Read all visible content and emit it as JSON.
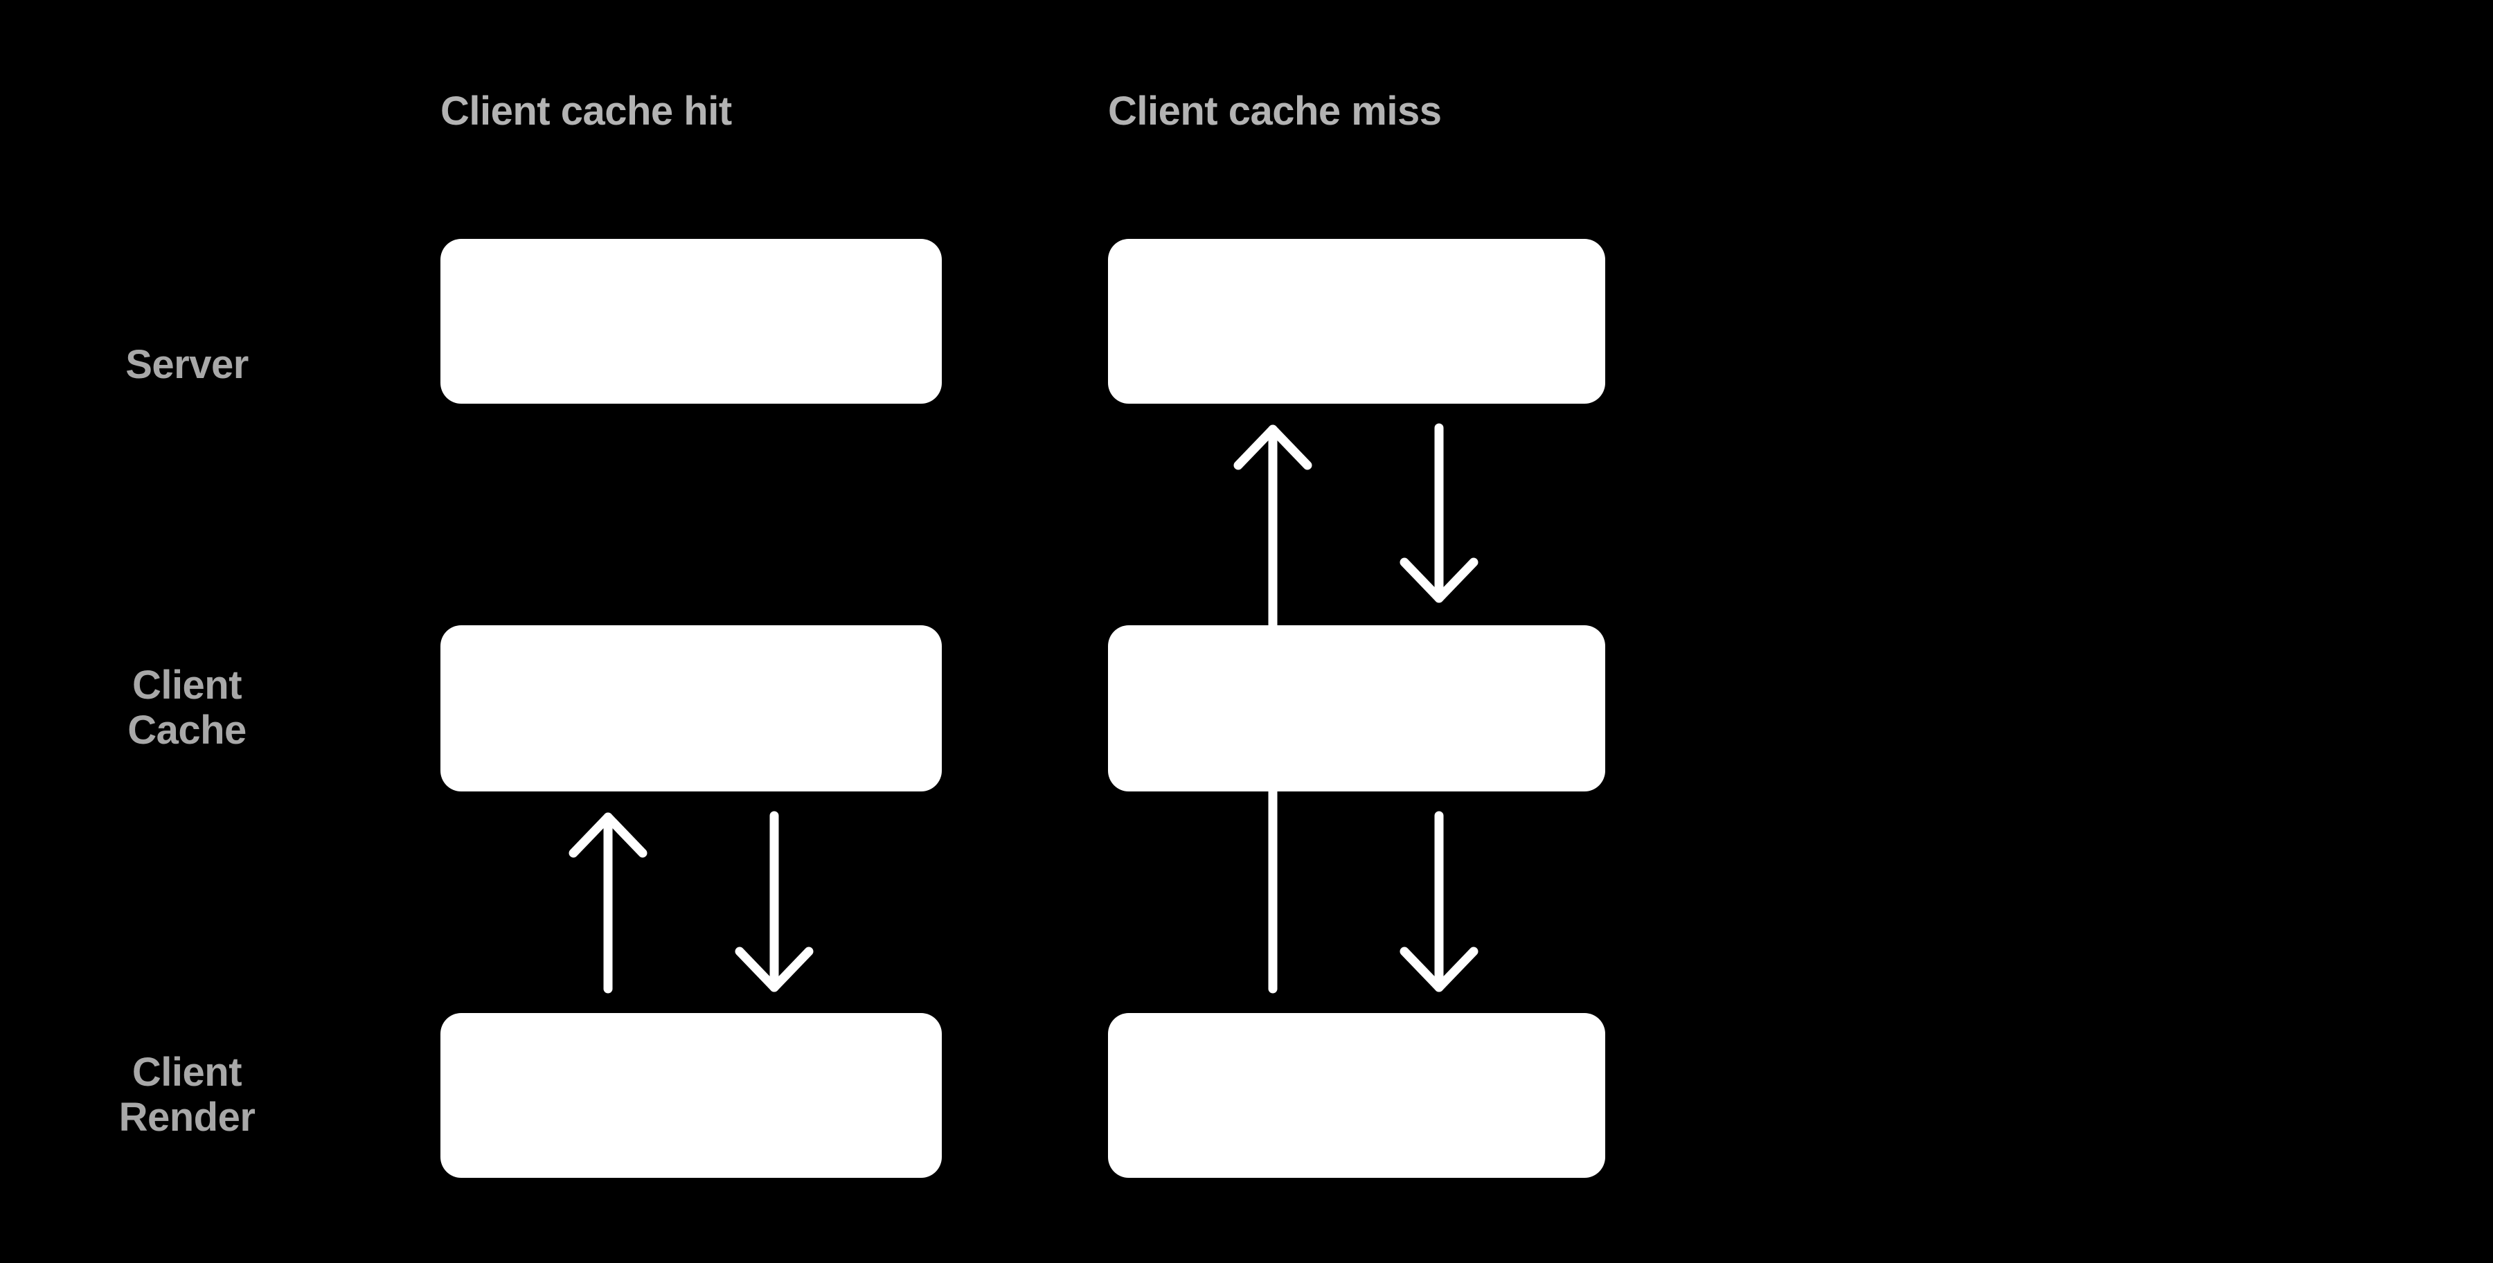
{
  "diagram": {
    "title": "Client cache hit vs client cache miss data flow",
    "background_color": "#000000",
    "box_color": "#ffffff",
    "label_color": "#b3b3b3",
    "arrow_color": "#ffffff",
    "columns": [
      {
        "label": "Client cache hit"
      },
      {
        "label": "Client cache miss"
      }
    ],
    "rows": [
      {
        "label": "Server"
      },
      {
        "label": "Client\nCache"
      },
      {
        "label": "Client\nRender"
      }
    ],
    "nodes": [
      {
        "name": "server-hit",
        "column": 0,
        "row": 0,
        "label": ""
      },
      {
        "name": "client-cache-hit",
        "column": 0,
        "row": 1,
        "label": ""
      },
      {
        "name": "client-render-hit",
        "column": 0,
        "row": 2,
        "label": ""
      },
      {
        "name": "server-miss",
        "column": 1,
        "row": 0,
        "label": ""
      },
      {
        "name": "client-cache-miss",
        "column": 1,
        "row": 1,
        "label": ""
      },
      {
        "name": "client-render-miss",
        "column": 1,
        "row": 2,
        "label": ""
      }
    ],
    "arrows": [
      {
        "name": "hit-render-to-cache",
        "column": 0,
        "direction": "up",
        "from": "Client Render",
        "to": "Client Cache"
      },
      {
        "name": "hit-cache-to-render",
        "column": 0,
        "direction": "down",
        "from": "Client Cache",
        "to": "Client Render"
      },
      {
        "name": "miss-render-to-server",
        "column": 1,
        "direction": "up",
        "from": "Client Render",
        "to": "Server"
      },
      {
        "name": "miss-server-to-cache",
        "column": 1,
        "direction": "down",
        "from": "Server",
        "to": "Client Cache"
      },
      {
        "name": "miss-cache-to-render",
        "column": 1,
        "direction": "down",
        "from": "Client Cache",
        "to": "Client Render"
      }
    ]
  }
}
